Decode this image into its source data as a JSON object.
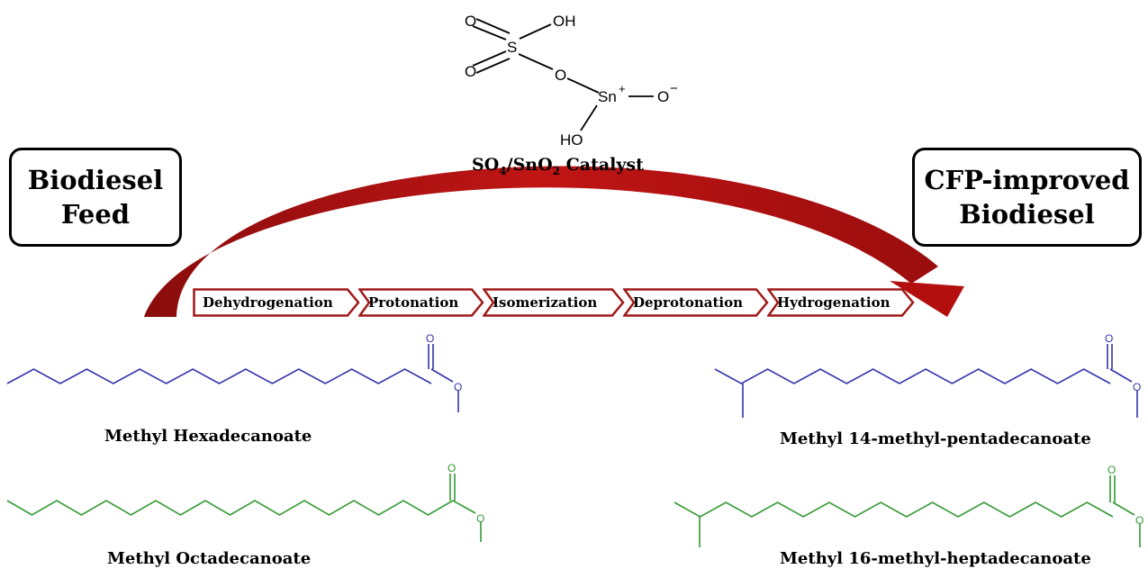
{
  "feed_box": {
    "line1": "Biodiesel",
    "line2": "Feed"
  },
  "product_box": {
    "line1": "CFP-improved",
    "line2": "Biodiesel"
  },
  "catalyst": {
    "label_prefix": "SO",
    "sub1": "4",
    "label_mid": "/SnO",
    "sub2": "2",
    "label_suffix": " Catalyst",
    "atoms": {
      "o_top": "O",
      "oh_top": "OH",
      "s": "S",
      "o_left": "O",
      "o_bridge": "O",
      "sn": "Sn",
      "sn_charge": "+",
      "o_right": "O",
      "o_charge": "−",
      "ho": "HO"
    }
  },
  "steps": [
    "Dehydrogenation",
    "Protonation",
    "Isomerization",
    "Deprotonation",
    "Hydrogenation"
  ],
  "molecules": {
    "hexadecanoate": {
      "label": "Methyl Hexadecanoate",
      "color": "#3333aa"
    },
    "octadecanoate": {
      "label": "Methyl Octadecanoate",
      "color": "#339933"
    },
    "pentadecanoate": {
      "label": "Methyl 14-methyl-pentadecanoate",
      "color": "#3333aa"
    },
    "heptadecanoate": {
      "label": "Methyl 16-methyl-heptadecanoate",
      "color": "#339933"
    }
  },
  "colors": {
    "arrow": "#b30f0f",
    "step_border": "#a01818"
  }
}
